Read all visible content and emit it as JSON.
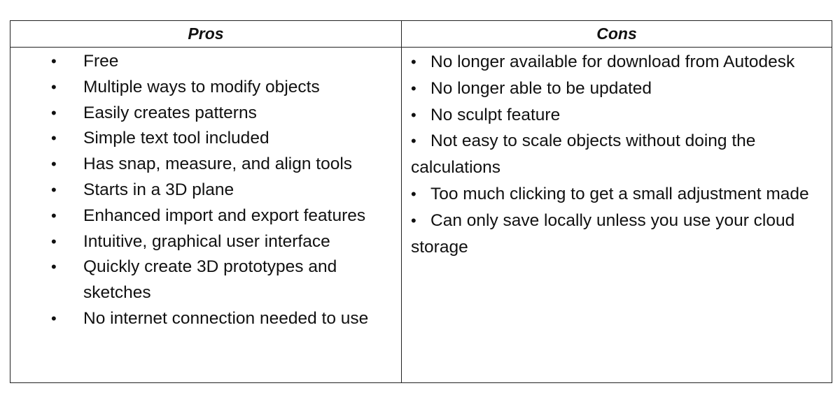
{
  "table": {
    "pros_header": "Pros",
    "cons_header": "Cons",
    "bullet_glyph": "•",
    "pros": [
      "Free",
      "Multiple ways to modify objects",
      "Easily creates patterns",
      "Simple text tool included",
      "Has snap, measure, and align tools",
      "Starts in a 3D plane",
      "Enhanced import and export features",
      "Intuitive, graphical user interface",
      "Quickly create 3D prototypes and sketches",
      "No internet connection needed to use"
    ],
    "cons": [
      "No longer available for download from Autodesk",
      "No longer able to be updated",
      "No sculpt feature",
      "Not easy to scale objects without doing the calculations",
      "Too much clicking to get a small adjustment made",
      "Can only save locally unless you use your cloud storage"
    ]
  }
}
